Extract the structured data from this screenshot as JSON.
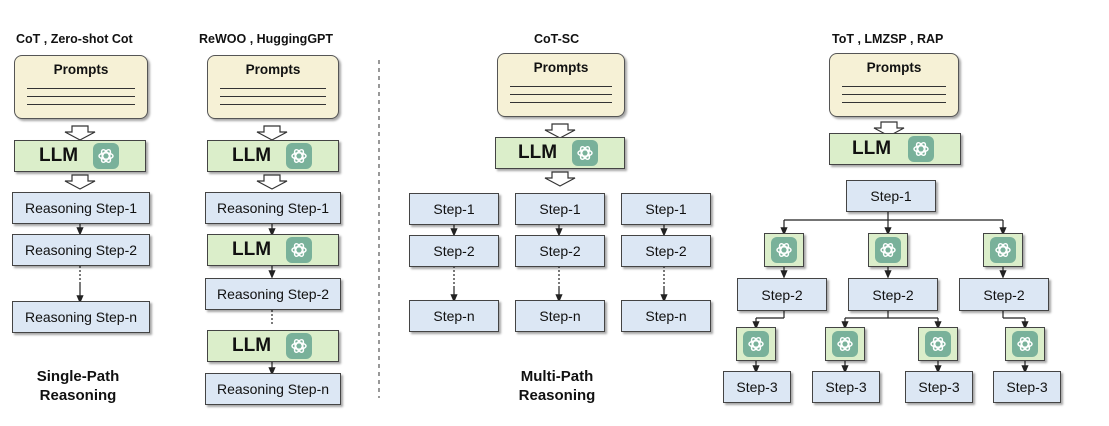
{
  "columns": {
    "col1": {
      "title": "CoT , Zero-shot Cot"
    },
    "col2": {
      "title": "ReWOO , HuggingGPT"
    },
    "col3": {
      "title": "CoT-SC"
    },
    "col4": {
      "title": "ToT , LMZSP , RAP"
    }
  },
  "labels": {
    "prompts": "Prompts",
    "llm": "LLM",
    "reasoning_step_1": "Reasoning Step-1",
    "reasoning_step_2": "Reasoning Step-2",
    "reasoning_step_n": "Reasoning Step-n",
    "step_1": "Step-1",
    "step_2": "Step-2",
    "step_3": "Step-3",
    "step_n": "Step-n"
  },
  "captions": {
    "single_path_line1": "Single-Path",
    "single_path_line2": "Reasoning",
    "multi_path_line1": "Multi-Path",
    "multi_path_line2": "Reasoning"
  },
  "icons": {
    "gpt": "openai-logo-icon",
    "arrow": "hollow-down-arrow-icon"
  },
  "colors": {
    "prompts_fill": "#f6f1d6",
    "llm_fill": "#dbeeca",
    "step_fill": "#dce7f4",
    "logo_fill": "#79b19a"
  }
}
